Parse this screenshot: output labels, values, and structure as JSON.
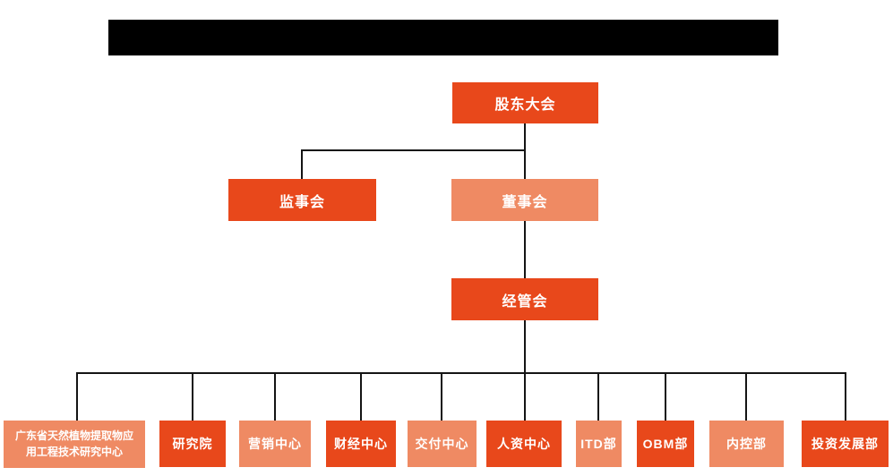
{
  "colors": {
    "dark": "#E8481B",
    "light": "#EF8A63",
    "line": "#141414",
    "redaction": "#000000",
    "text": "#FFFFFF"
  },
  "org": {
    "shareholders": {
      "label": "股东大会"
    },
    "supervisors": {
      "label": "监事会"
    },
    "directors": {
      "label": "董事会"
    },
    "management": {
      "label": "经管会"
    },
    "departments": [
      {
        "label": "广东省天然植物提取物应用工程技术研究中心"
      },
      {
        "label": "研究院"
      },
      {
        "label": "营销中心"
      },
      {
        "label": "财经中心"
      },
      {
        "label": "交付中心"
      },
      {
        "label": "人资中心"
      },
      {
        "label": "ITD部"
      },
      {
        "label": "OBM部"
      },
      {
        "label": "内控部"
      },
      {
        "label": "投资发展部"
      }
    ]
  }
}
